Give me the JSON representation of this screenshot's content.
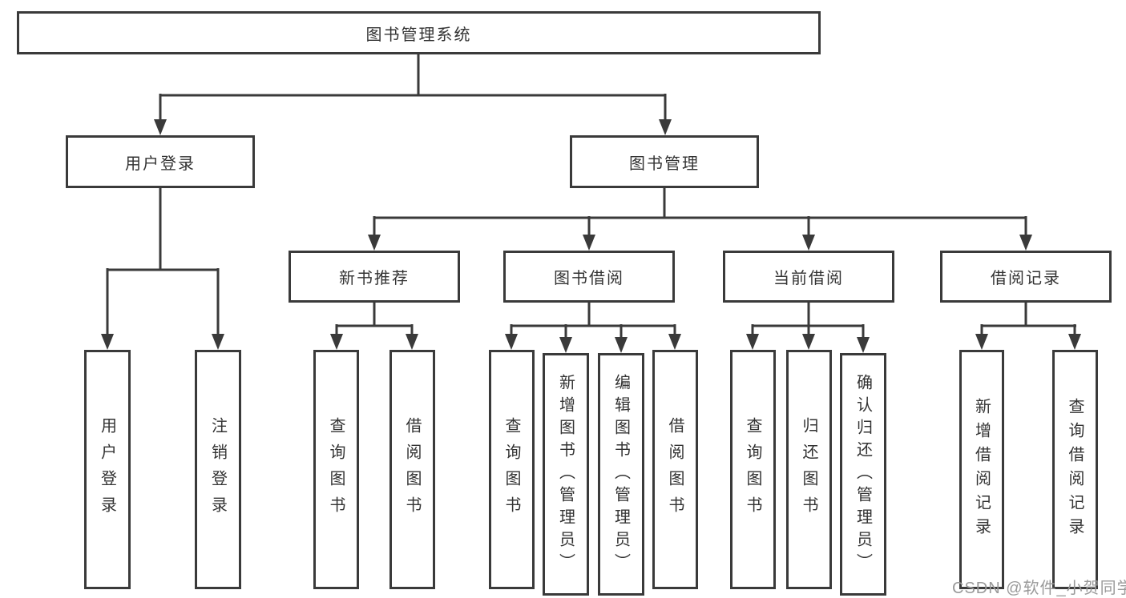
{
  "diagram": {
    "root": "图书管理系统",
    "level2": {
      "user_login": "用户登录",
      "book_mgmt": "图书管理"
    },
    "level3": {
      "new_books": "新书推荐",
      "book_borrow": "图书借阅",
      "current_borrow": "当前借阅",
      "borrow_records": "借阅记录"
    },
    "leaves": {
      "user_login_leaf": "用户登录",
      "logout": "注销登录",
      "nb_query": "查询图书",
      "nb_borrow": "借阅图书",
      "bb_query": "查询图书",
      "bb_add": "新增图书（管理员）",
      "bb_edit": "编辑图书（管理员）",
      "bb_borrow": "借阅图书",
      "cb_query": "查询图书",
      "cb_return": "归还图书",
      "cb_confirm": "确认归还（管理员）",
      "br_add": "新增借阅记录",
      "br_query": "查询借阅记录"
    }
  },
  "watermark": "CSDN @软件_小贺同学",
  "colors": {
    "line": "#3a3a3a",
    "box_border": "#3a3a3a",
    "text": "#333333",
    "watermark": "#9a9a9a",
    "background": "#ffffff"
  }
}
